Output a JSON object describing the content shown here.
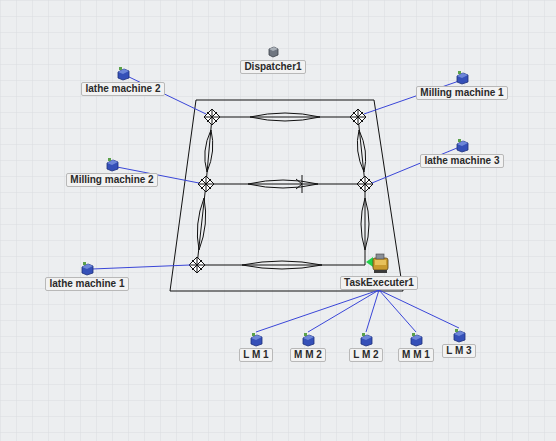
{
  "diagram": {
    "nodes": [
      {
        "text": [
          "Dispatcher1"
        ]
      },
      {
        "text": [
          "lathe machine 2"
        ]
      },
      {
        "text": [
          "Milling machine 1"
        ]
      },
      {
        "text": [
          "Milling machine 2"
        ]
      },
      {
        "text": [
          "lathe machine 3"
        ]
      },
      {
        "text": [
          "lathe machine 1"
        ]
      },
      {
        "text": [
          "TaskExecuter1"
        ]
      },
      {
        "text": [
          "L M 1"
        ]
      },
      {
        "text": [
          "M M 2"
        ]
      },
      {
        "text": [
          "L M 2"
        ]
      },
      {
        "text": [
          "M M 1"
        ]
      },
      {
        "text": [
          "L M 3"
        ]
      }
    ],
    "edges": [
      {
        "from": 6,
        "to": 7,
        "arrow": "none"
      },
      {
        "from": 6,
        "to": 8,
        "arrow": "none"
      },
      {
        "from": 6,
        "to": 9,
        "arrow": "none"
      },
      {
        "from": 6,
        "to": 10,
        "arrow": "none"
      },
      {
        "from": 6,
        "to": 11,
        "arrow": "none"
      }
    ]
  }
}
